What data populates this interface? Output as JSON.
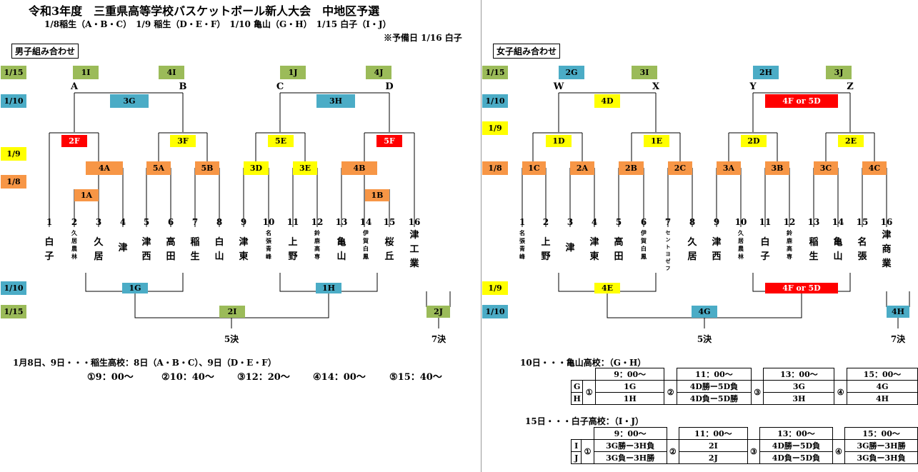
{
  "title": "令和3年度　三重県高等学校バスケットボール新人大会　中地区予選",
  "subtitle": "1/8稲生（A・B・C）　1/9 稲生（D・E・F）　1/10 亀山（G・H）　1/15 白子（I・J）",
  "reserve": "※予備日 1/16 白子",
  "boys": {
    "header": "男子組み合わせ",
    "dates": [
      "1/15",
      "1/10",
      "1/9",
      "1/8",
      "1/10",
      "1/15"
    ],
    "top_boxes": [
      "1I",
      "4I",
      "1J",
      "4J",
      "3G",
      "3H",
      "2F",
      "3F",
      "5E",
      "5F",
      "4A",
      "5A",
      "5B",
      "3D",
      "3E",
      "4B",
      "1A",
      "1B"
    ],
    "groups": [
      "A",
      "B",
      "C",
      "D"
    ],
    "numbers": [
      "1",
      "2",
      "3",
      "4",
      "5",
      "6",
      "7",
      "8",
      "9",
      "10",
      "11",
      "12",
      "13",
      "14",
      "15",
      "16"
    ],
    "teams": [
      "白\n子",
      "久\n居\n農\n林",
      "久\n居",
      "津",
      "津\n西",
      "高\n田",
      "稲\n生",
      "白\n山",
      "津\n東",
      "名\n張\n青\n峰",
      "上\n野",
      "鈴\n鹿\n高\n専",
      "亀\n山",
      "伊\n賀\n白\n鳳",
      "桜\n丘",
      "津\n工\n業"
    ],
    "bottom_boxes": [
      "1G",
      "1H",
      "2I",
      "2J"
    ],
    "result5": "5決",
    "result7": "7決",
    "note1": "1月8日、9日・・・稲生高校：8日（A・B・C）、9日（D・E・F）",
    "times": [
      "①9：00～",
      "②10：40～",
      "③12：20～",
      "④14：00～",
      "⑤15：40～"
    ]
  },
  "girls": {
    "header": "女子組み合わせ",
    "dates": [
      "1/15",
      "1/10",
      "1/9",
      "1/8",
      "1/9",
      "1/10"
    ],
    "top_boxes": [
      "2G",
      "3I",
      "2H",
      "3J",
      "4D",
      "4F or 5D",
      "1D",
      "1E",
      "2D",
      "2E",
      "1C",
      "2A",
      "2B",
      "2C",
      "3A",
      "3B",
      "3C",
      "4C"
    ],
    "groups": [
      "W",
      "X",
      "Y",
      "Z"
    ],
    "numbers": [
      "1",
      "2",
      "3",
      "4",
      "5",
      "6",
      "7",
      "8",
      "9",
      "10",
      "11",
      "12",
      "13",
      "14",
      "15",
      "16"
    ],
    "teams": [
      "名\n張\n青\n峰",
      "上\n野",
      "津",
      "津\n東",
      "高\n田",
      "伊\n賀\n白\n鳳",
      "セ\nン\nト\nヨ\nゼ\nフ",
      "久\n居",
      "津\n西",
      "久\n居\n農\n林",
      "白\n子",
      "鈴\n鹿\n高\n専",
      "稲\n生",
      "亀\n山",
      "名\n張",
      "津\n商\n業"
    ],
    "bottom_boxes": [
      "4E",
      "4F or 5D",
      "4G",
      "4H"
    ],
    "result5": "5決",
    "result7": "7決",
    "sched10_title": "10日・・・亀山高校：（G・H）",
    "sched15_title": "15日・・・白子高校：（I・J）",
    "times": [
      "9：00～",
      "11：00～",
      "13：00～",
      "15：00～"
    ],
    "circles": [
      "①",
      "②",
      "③",
      "④"
    ],
    "sched10": {
      "rows": [
        "G",
        "H"
      ],
      "cells": [
        [
          "1G",
          "4D勝ー5D負",
          "3G",
          "4G"
        ],
        [
          "1H",
          "4D負ー5D勝",
          "3H",
          "4H"
        ]
      ]
    },
    "sched15": {
      "rows": [
        "I",
        "J"
      ],
      "cells": [
        [
          "3G勝ー3H負",
          "2I",
          "4D勝ー5D負",
          "3G勝ー3H勝"
        ],
        [
          "3G負ー3H勝",
          "2J",
          "4D負ー5D負",
          "3G負ー3H負"
        ]
      ]
    }
  },
  "colors": {
    "green": "#9bbb59",
    "blue": "#4bacc6",
    "orange": "#f79646",
    "yellow": "#ffff00",
    "red": "#ff0000"
  }
}
